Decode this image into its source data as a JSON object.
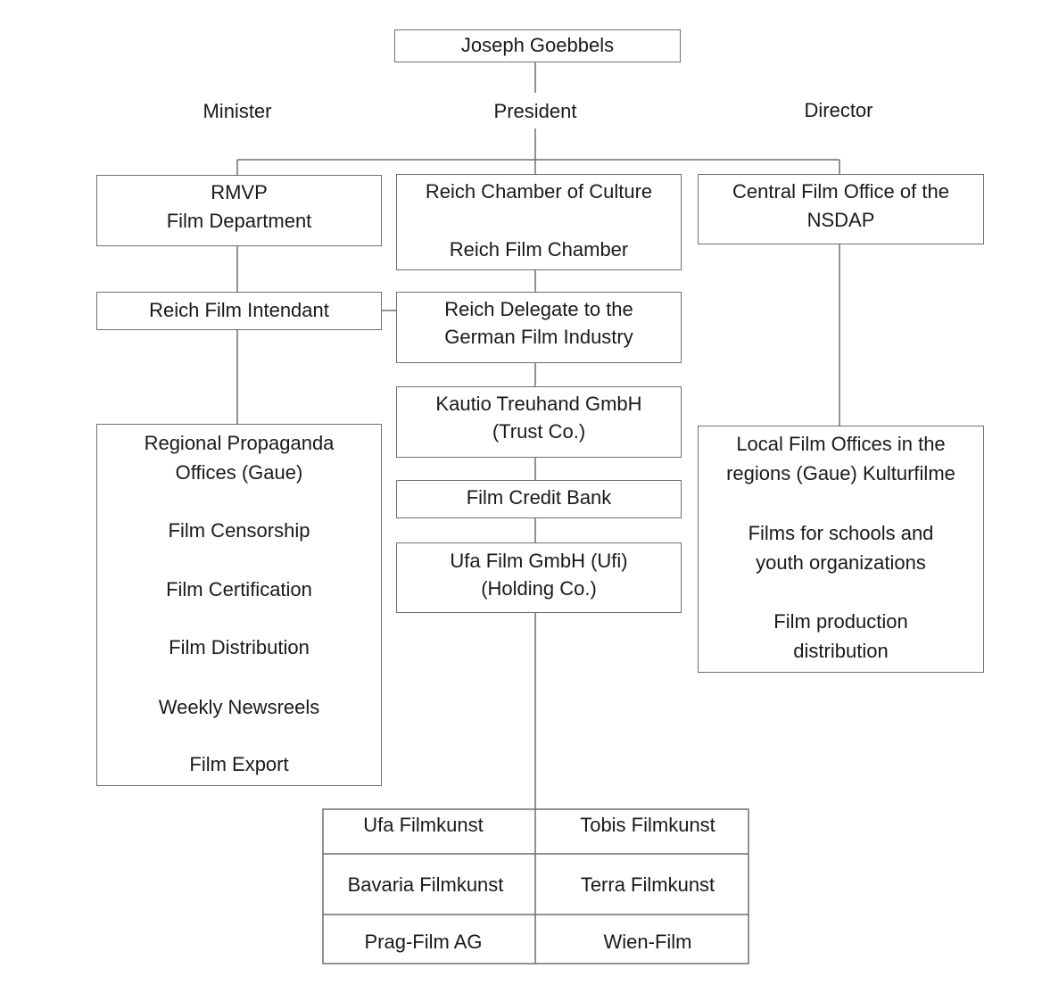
{
  "head": {
    "name": "Joseph Goebbels"
  },
  "roles": {
    "minister": "Minister",
    "president": "President",
    "director": "Director"
  },
  "rmvp": {
    "line1": "RMVP",
    "line2": "Film Department"
  },
  "rkk": {
    "line1": "Reich Chamber of Culture",
    "line2": "Reich Film Chamber"
  },
  "central_office": {
    "line1": "Central Film Office of the",
    "line2": "NSDAP"
  },
  "intendant": {
    "label": "Reich Film Intendant"
  },
  "delegate": {
    "line1": "Reich Delegate to the",
    "line2": "German Film Industry"
  },
  "kautio": {
    "line1": "Kautio Treuhand GmbH",
    "line2": "(Trust Co.)"
  },
  "credit_bank": {
    "label": "Film Credit Bank"
  },
  "ufi": {
    "line1": "Ufa Film GmbH (Ufi)",
    "line2": "(Holding Co.)"
  },
  "regional": {
    "line1": "Regional Propaganda",
    "line2": "Offices (Gaue)",
    "items": [
      "Film Censorship",
      "Film Certification",
      "Film Distribution",
      "Weekly Newsreels",
      "Film Export"
    ]
  },
  "local": {
    "line1": "Local Film Offices in the",
    "line2": "regions (Gaue) Kulturfilme",
    "item1_line1": "Films for schools and",
    "item1_line2": "youth organizations",
    "item2_line1": "Film production",
    "item2_line2": "distribution"
  },
  "companies": {
    "row1": [
      "Ufa Filmkunst",
      "Tobis Filmkunst"
    ],
    "row2": [
      "Bavaria Filmkunst",
      "Terra Filmkunst"
    ],
    "row3": [
      "Prag-Film AG",
      "Wien-Film"
    ]
  }
}
